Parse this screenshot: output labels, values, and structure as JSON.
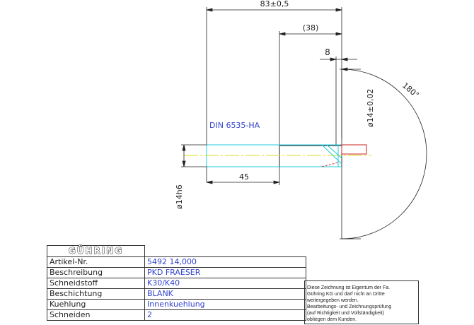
{
  "drawing": {
    "dimensions": {
      "overall_length": "83±0,5",
      "partial_length": "(38)",
      "tip_offset": "8",
      "shank_length": "45",
      "tip_diameter": "ø14±0,02",
      "shank_diameter": "ø14h6",
      "angle": "180°"
    },
    "standard_label": "DIN 6535-HA"
  },
  "title_block": {
    "logo_text": "GÜHRING",
    "rows": [
      {
        "label": "Artikel-Nr.",
        "value": "5492 14,000"
      },
      {
        "label": "Beschreibung",
        "value": "PKD FRAESER"
      },
      {
        "label": "Schneidstoff",
        "value": "K30/K40"
      },
      {
        "label": "Beschichtung",
        "value": "BLANK"
      },
      {
        "label": "Kuehlung",
        "value": "Innenkuehlung"
      },
      {
        "label": "Schneiden",
        "value": "2"
      }
    ]
  },
  "notice": {
    "lines": [
      "Diese Zeichnung ist Eigentum der Fa.",
      "Gühring KG und darf nicht an Dritte",
      "weitergegeben werden.",
      "Bearbeitungs- und Zeichnungsprüfung",
      "(auf Richtigkeit und Vollständigkeit)",
      "obliegen dem Kunden."
    ]
  }
}
